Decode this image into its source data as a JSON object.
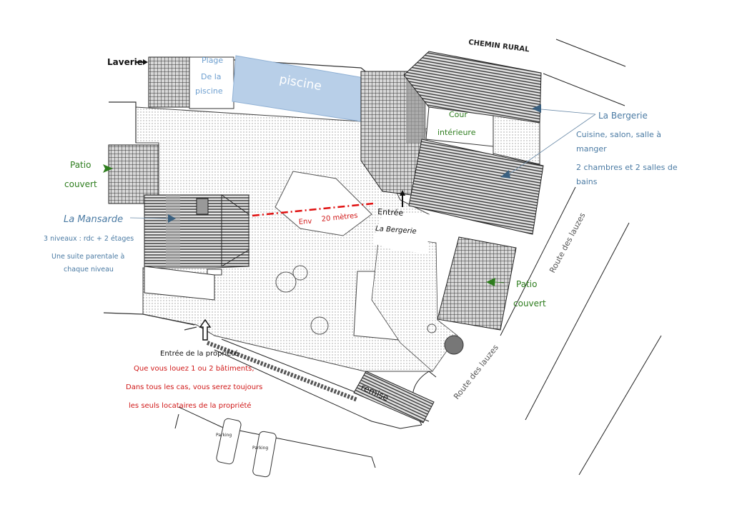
{
  "title": "Plan de la propriété",
  "colors": {
    "pool": "#b8cfe8",
    "label_blue": "#4a7aa3",
    "label_green": "#2e7d1e",
    "label_red": "#d01818",
    "distance_line": "#e01010"
  },
  "road_top": "CHEMIN RURAL",
  "laverie": "Laverie",
  "plage": [
    "Plage",
    "De la",
    "piscine"
  ],
  "piscine": "piscine",
  "patio_left": [
    "Patio",
    "couvert"
  ],
  "mansarde": {
    "name": "La Mansarde",
    "lines": [
      "3 niveaux : rdc + 2 étages",
      "Une suite parentale à",
      "chaque niveau"
    ]
  },
  "distance": {
    "prefix": "Env",
    "value": "20 mètres"
  },
  "bergerie_entry": {
    "entree": "Entrée",
    "name": "La Bergerie"
  },
  "cour": [
    "Cour",
    "intérieure"
  ],
  "bergerie": {
    "name": "La Bergerie",
    "lines": [
      "Cuisine, salon, salle à",
      "manger",
      "2 chambres et 2 salles de",
      "bains"
    ]
  },
  "patio_right": [
    "Patio",
    "couvert"
  ],
  "route_lauzes": [
    "Route des lauzes",
    "Route des lauzes"
  ],
  "entree_propriete": "Entrée de la propriété",
  "notes": [
    "Que vous louez 1 ou 2 bâtiments,",
    "Dans tous les cas, vous serez toujours",
    "les seuls locataires de la propriété"
  ],
  "remise": "remise",
  "parking": [
    "Parking",
    "Parking"
  ]
}
